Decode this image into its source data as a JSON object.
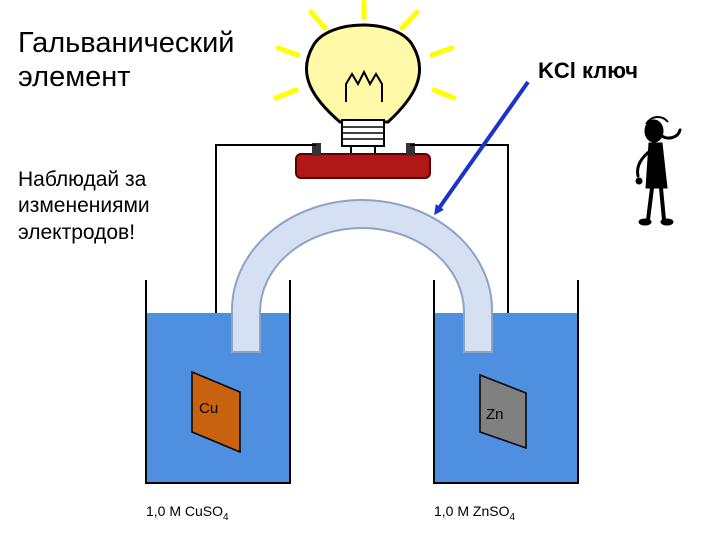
{
  "title_lines": [
    "Гальванический",
    "элемент"
  ],
  "hint_lines": [
    "Наблюдай за",
    "изменениями",
    "электродов!"
  ],
  "salt_bridge_label": "KCl ключ",
  "electrodes": {
    "cathode": {
      "label": "Cu",
      "color": "#c8620f"
    },
    "anode": {
      "label": "Zn",
      "color": "#808080"
    }
  },
  "solutions": {
    "left": {
      "prefix": "1,0 M CuSO",
      "subscript": "4"
    },
    "right": {
      "prefix": "1,0 M ZnSO",
      "subscript": "4"
    }
  },
  "colors": {
    "solution": "#4f8fdf",
    "salt_bridge": "#d5e0f3",
    "arrow": "#1a33cc",
    "bulb": "#fff9a8",
    "rays": "#ffff00",
    "lamp_base": "#b01818"
  },
  "icons": [
    "light-bulb-icon",
    "thinking-figure-icon"
  ]
}
